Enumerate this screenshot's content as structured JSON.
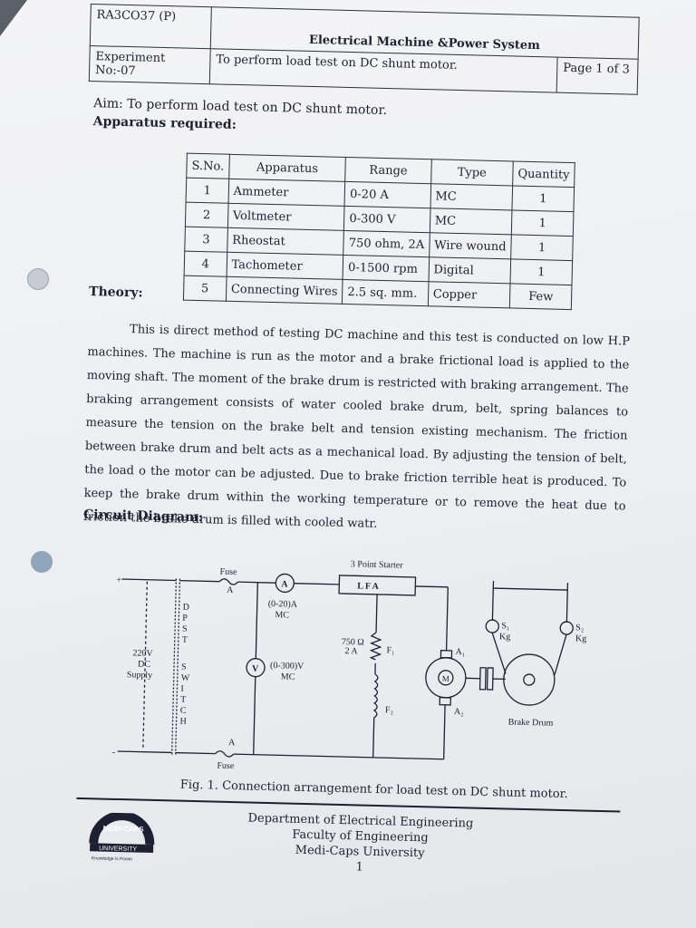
{
  "page_mark": "3",
  "header": {
    "code": "RA3CO37 (P)",
    "course": "Electrical Machine &Power System",
    "exp_label": "Experiment No:-07",
    "exp_title": "To perform load test on DC shunt motor.",
    "page": "Page 1 of 3"
  },
  "aim": "Aim: To perform load test on DC shunt motor.",
  "apparatus_heading": "Apparatus required:",
  "apparatus": {
    "columns": [
      "S.No.",
      "Apparatus",
      "Range",
      "Type",
      "Quantity"
    ],
    "rows": [
      [
        "1",
        "Ammeter",
        "0-20 A",
        "MC",
        "1"
      ],
      [
        "2",
        "Voltmeter",
        "0-300 V",
        "MC",
        "1"
      ],
      [
        "3",
        "Rheostat",
        "750 ohm, 2A",
        "Wire wound",
        "1"
      ],
      [
        "4",
        "Tachometer",
        "0-1500 rpm",
        "Digital",
        "1"
      ],
      [
        "5",
        "Connecting Wires",
        "2.5 sq. mm.",
        "Copper",
        "Few"
      ]
    ]
  },
  "theory_heading": "Theory:",
  "theory_text": "This is direct method of testing DC machine and this test is conducted on low H.P machines. The machine is run as the motor and a brake frictional load is applied to the moving shaft. The moment of the brake drum is restricted with braking arrangement. The braking arrangement consists of water cooled brake drum, belt, spring balances to measure the tension on the brake belt and tension existing mechanism. The friction between brake drum and belt acts as a mechanical load. By adjusting the tension of belt, the load o the motor can be adjusted. Due to brake friction terrible heat is produced. To keep the brake drum within the working temperature or to remove the heat due to friction the brake drum is filled with cooled watr.",
  "circuit_heading": "Circuit Diagram:",
  "diagram": {
    "plus": "+",
    "minus": "-",
    "supply": [
      "220V",
      "DC",
      "Supply"
    ],
    "dpst": [
      "D",
      "P",
      "S",
      "T"
    ],
    "switch": [
      "S",
      "W",
      "I",
      "T",
      "C",
      "H"
    ],
    "fuse_top": "Fuse",
    "fuse_bottom": "Fuse",
    "a_top": "A",
    "a_bottom": "A",
    "ammeter": "A",
    "ammeter_range": [
      "(0-20)A",
      "MC"
    ],
    "voltmeter": "V",
    "voltmeter_range": [
      "(0-300)V",
      "MC"
    ],
    "starter": "3 Point Starter",
    "lfa": "L F A",
    "rheostat": [
      "750 Ω",
      "2 A"
    ],
    "f1": "F₁",
    "f2": "F₂",
    "a1": "A₁",
    "a2": "A₂",
    "motor": "M",
    "s1": "S₁",
    "s2": "S₂",
    "kg": "Kg",
    "brake_drum": "Brake Drum"
  },
  "caption": "Fig. 1. Connection arrangement for load test on DC shunt motor.",
  "footer": {
    "dept": "Department of Electrical Engineering",
    "faculty": "Faculty of Engineering",
    "university": "Medi-Caps University",
    "page_number": "1"
  },
  "logo": {
    "top_text": "MEDI-CAPS",
    "band_text": "UNIVERSITY",
    "tagline": "Knowledge is Power"
  }
}
